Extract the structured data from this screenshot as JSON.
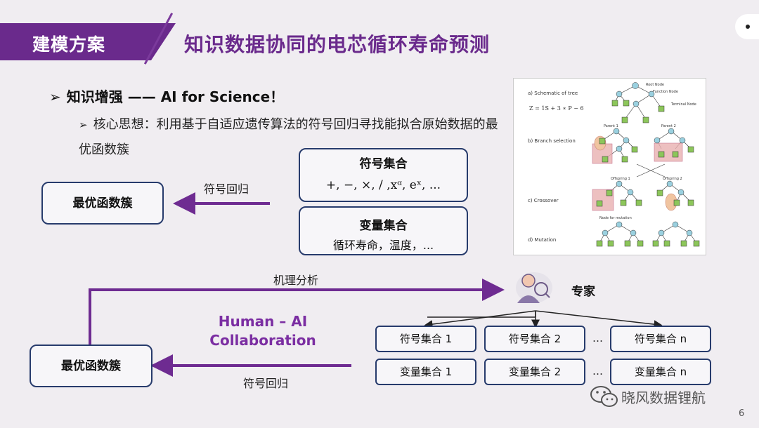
{
  "header": {
    "tag": "建模方案",
    "title": "知识数据协同的电芯循环寿命预测"
  },
  "bullets": {
    "main": "知识增强 —— AI for Science！",
    "sub": "核心思想：利用基于自适应遗传算法的符号回归寻找能拟合原始数据的最优函数簇"
  },
  "top_diagram": {
    "optimal_box": "最优函数簇",
    "regression_label": "符号回归",
    "symbol_set": {
      "title": "符号集合",
      "content": "+, −, ×, / ,xᵅ, eˣ, ..."
    },
    "variable_set": {
      "title": "变量集合",
      "content": "循环寿命，温度，..."
    }
  },
  "figure": {
    "a_label": "a) Schematic of tree",
    "formula": "Z = 1S + 3 ∗ P − 6",
    "b_label": "b) Branch selection",
    "c_label": "c) Crossover",
    "d_label": "d) Mutation",
    "root_node": "Root Node",
    "function_node": "Function Node",
    "terminal_node": "Terminal Node",
    "parent1": "Parent 1",
    "parent2": "Parent 2",
    "offspring1": "Offspring 1",
    "offspring2": "Offspring 2",
    "node_mutation": "Node for mutation"
  },
  "bottom_diagram": {
    "mechanism_label": "机理分析",
    "expert_label": "专家",
    "collab_line1": "Human – AI",
    "collab_line2": "Collaboration",
    "optimal_box": "最优函数簇",
    "regression_label": "符号回归",
    "symbol_sets": [
      "符号集合 1",
      "符号集合 2",
      "符号集合 n"
    ],
    "variable_sets": [
      "变量集合 1",
      "变量集合 2",
      "变量集合 n"
    ],
    "ellipsis": "…"
  },
  "footer": {
    "watermark": "晓风数据锂航",
    "page": "6"
  },
  "colors": {
    "accent": "#6a2a8c",
    "arrow": "#6e2b91",
    "box_border": "#273b6c",
    "node": "#9ad0df",
    "leaf": "#8cc65a"
  }
}
